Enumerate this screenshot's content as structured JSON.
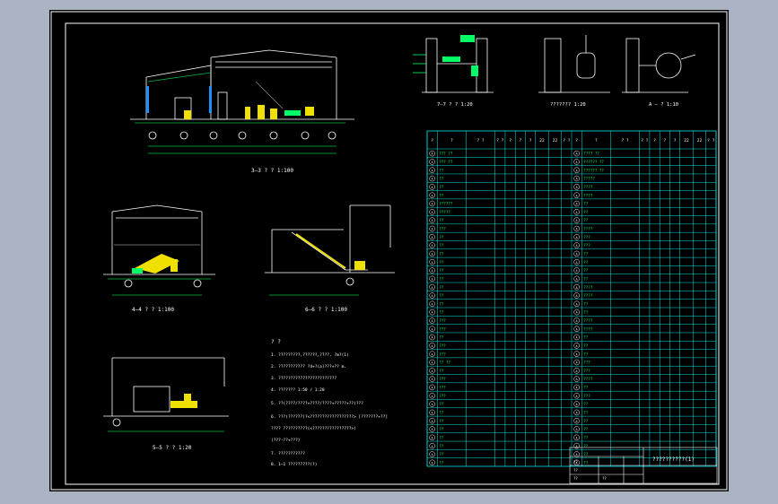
{
  "drawing": {
    "views": {
      "section_3": {
        "caption": "3—3 ? ?  1:100"
      },
      "section_4": {
        "caption": "4—4 ? ?  1:100"
      },
      "section_6": {
        "caption": "6—6 ? ?  1:100"
      },
      "section_5": {
        "caption": "5—5 ? ?  1:20"
      },
      "detail_7": {
        "caption": "7—7 ? ?  1:20"
      },
      "detail_8": {
        "caption": "???????  1:20"
      },
      "detail_A": {
        "caption": "A — ?  1:10"
      }
    },
    "axis_labels": [
      "①",
      "②",
      "③",
      "④",
      "⑤",
      "⑥",
      "⑦",
      "⑧",
      "⑨"
    ],
    "notes": {
      "heading": "? ?",
      "lines": [
        "1. ?????????,??????,????,       ?m?(1)",
        "2. ???????????  ?4+?(a)???+??  m.",
        "3. ????????????????????????",
        "4. ???????  1:50 / 1:20",
        "5. ??(????/????+????/????+?????+??)???",
        "6. ???(??????)?<??????????????????>    [???????+??]",
        "   ????  ??????????(<????????????????>)",
        "   (???-??+???)",
        "7. ???????????",
        "8. 1—1 ?????????(?)"
      ]
    },
    "table": {
      "col_headers": [
        "?",
        "?",
        "? ?",
        "? ?",
        "?",
        "?",
        "?",
        "22",
        "22",
        "? ?",
        "?",
        "?"
      ],
      "row_code_prefix": "A",
      "row_names_left": [
        "??? ??",
        "??? ??",
        "??",
        "??",
        "??",
        "??",
        "??????",
        "?????",
        "??",
        "???",
        "??",
        "??",
        "??",
        "??",
        "??",
        "??",
        "??",
        "??",
        "??",
        "??",
        "???",
        "???",
        "??",
        "???",
        "???",
        "?? ??",
        "??",
        "???",
        "???",
        "???",
        "??",
        "??",
        "??",
        "??",
        "??",
        "??",
        "??",
        "??"
      ],
      "row_names_right": [
        "???? ??",
        "?????? ??",
        "?????? ??",
        "?????",
        "????",
        "????",
        "??",
        "??",
        "??",
        "????",
        "???",
        "???",
        "??",
        "??",
        "??",
        "??",
        "????",
        "????",
        "??",
        "??",
        "????",
        "????",
        "??",
        "??",
        "??",
        "???",
        "???",
        "????",
        "??",
        "???",
        "??",
        "??",
        "??",
        "??",
        "??",
        "??",
        "??",
        "??"
      ]
    },
    "title_block": {
      "title": "??????????(1)",
      "rows": [
        "??",
        "??",
        "??",
        "??"
      ]
    },
    "colors": {
      "sheet": "#000000",
      "frame": "#ffffff",
      "table_lines": "#00e5e5",
      "text_green": "#00ff66",
      "text_white": "#ffffff",
      "equipment_yellow": "#f0e000",
      "dim_green": "#00c040",
      "background": "#aab4c3"
    }
  }
}
